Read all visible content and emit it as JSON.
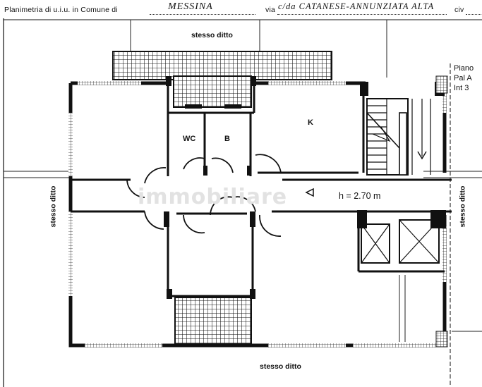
{
  "header": {
    "prefix": "Planimetria di u.i.u. in Comune di",
    "comune": "MESSINA",
    "via_label": "via",
    "via_value": "c/da CATANESE-ANNUNZIATA ALTA",
    "civ_label": "civ"
  },
  "labels": {
    "top": "stesso ditto",
    "bottom": "stesso ditto",
    "left": "stesso ditto",
    "right": "stesso ditto"
  },
  "rooms": {
    "wc": "WC",
    "bathroom": "B",
    "kitchen": "K"
  },
  "ceiling_height": "h = 2.70 m",
  "side_note": {
    "line1": "Piano",
    "line2": "Pal A",
    "line3": "Int 3"
  },
  "watermark": "immobiliare",
  "colors": {
    "ink": "#111111",
    "paper": "#ffffff",
    "watermark": "#e2e2e2"
  }
}
